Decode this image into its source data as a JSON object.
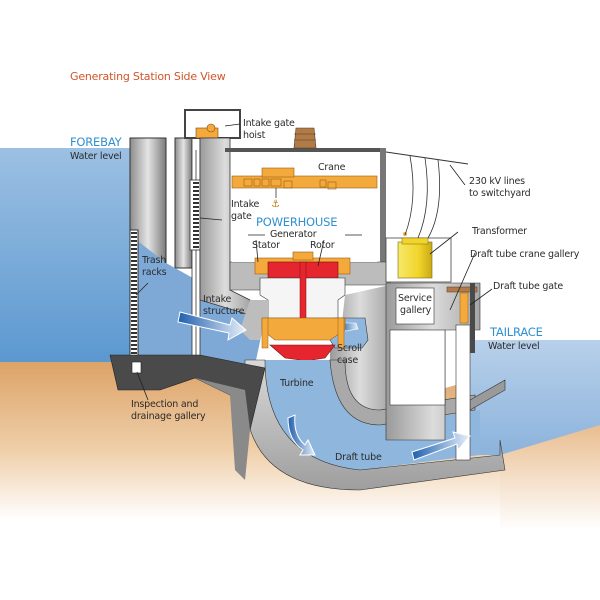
{
  "title": "Generating Station Side View",
  "colors": {
    "title": "#d2542a",
    "section_label": "#2f8fd0",
    "water": "#8fb7de",
    "water_deep": "#5c97cf",
    "ground": "#deae7c",
    "concrete": "#bfbfbf",
    "concrete_dark": "#4a4a4a",
    "crane": "#f3a93b",
    "generator": "#e5262e",
    "transformer": "#f2dc3a"
  },
  "sections": {
    "forebay": {
      "name": "FOREBAY",
      "sub": "Water level"
    },
    "tailrace": {
      "name": "TAILRACE",
      "sub": "Water level"
    },
    "powerhouse": {
      "name": "POWERHOUSE"
    }
  },
  "labels": {
    "intake_gate_hoist": [
      "Intake gate",
      "hoist"
    ],
    "crane": "Crane",
    "lines": [
      "230 kV lines",
      "to switchyard"
    ],
    "intake_gate": [
      "Intake",
      "gate"
    ],
    "generator": "Generator",
    "stator": "Stator",
    "rotor": "Rotor",
    "transformer": "Transformer",
    "draft_tube_crane_gallery": "Draft tube crane gallery",
    "draft_tube_gate": "Draft tube gate",
    "service_gallery": [
      "Service",
      "gallery"
    ],
    "trash_racks": [
      "Trash",
      "racks"
    ],
    "intake_structure": [
      "Intake",
      "structure"
    ],
    "scroll_case": [
      "Scroll",
      "case"
    ],
    "turbine": "Turbine",
    "inspection_gallery": [
      "Inspection and",
      "drainage gallery"
    ],
    "draft_tube": "Draft tube"
  },
  "icons": [
    "flow-arrow-icon",
    "crane-hook-icon",
    "transformer-icon",
    "generator-icon",
    "turbine-icon"
  ]
}
